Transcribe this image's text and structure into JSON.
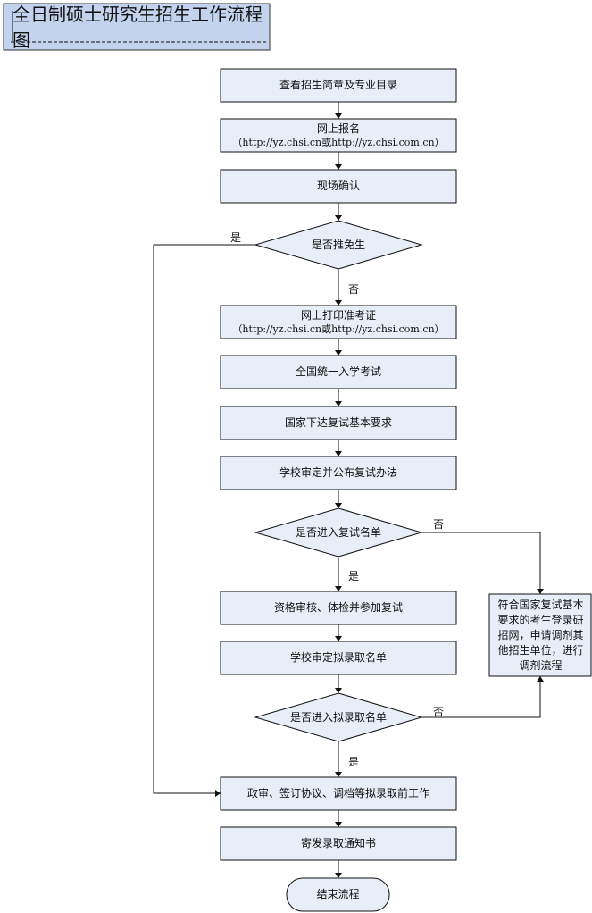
{
  "title": "全日制硕士研究生招生工作流程图",
  "steps": {
    "s1": "查看招生简章及专业目录",
    "s2": {
      "line1": "网上报名",
      "line2": "（http://yz.chsi.cn或http://yz.chsi.com.cn）"
    },
    "s3": "现场确认",
    "d1": "是否推免生",
    "s4": {
      "line1": "网上打印准考证",
      "line2": "（http://yz.chsi.cn或http://yz.chsi.com.cn）"
    },
    "s5": "全国统一入学考试",
    "s6": "国家下达复试基本要求",
    "s7": "学校审定并公布复试办法",
    "d2": "是否进入复试名单",
    "s8": "资格审核、体检并参加复试",
    "s9": "学校审定拟录取名单",
    "d3": "是否进入拟录取名单",
    "s10": "政审、签订协议、调档等拟录取前工作",
    "s11": "寄发录取通知书",
    "end": "结束流程"
  },
  "side_box": "符合国家复试基本\n要求的考生登录研\n招网，申请调剂其\n他招生单位，进行\n调剂流程",
  "edge_labels": {
    "d1_yes": "是",
    "d1_no": "否",
    "d2_no": "否",
    "d2_yes": "是",
    "d3_no": "否",
    "d3_yes": "是"
  }
}
